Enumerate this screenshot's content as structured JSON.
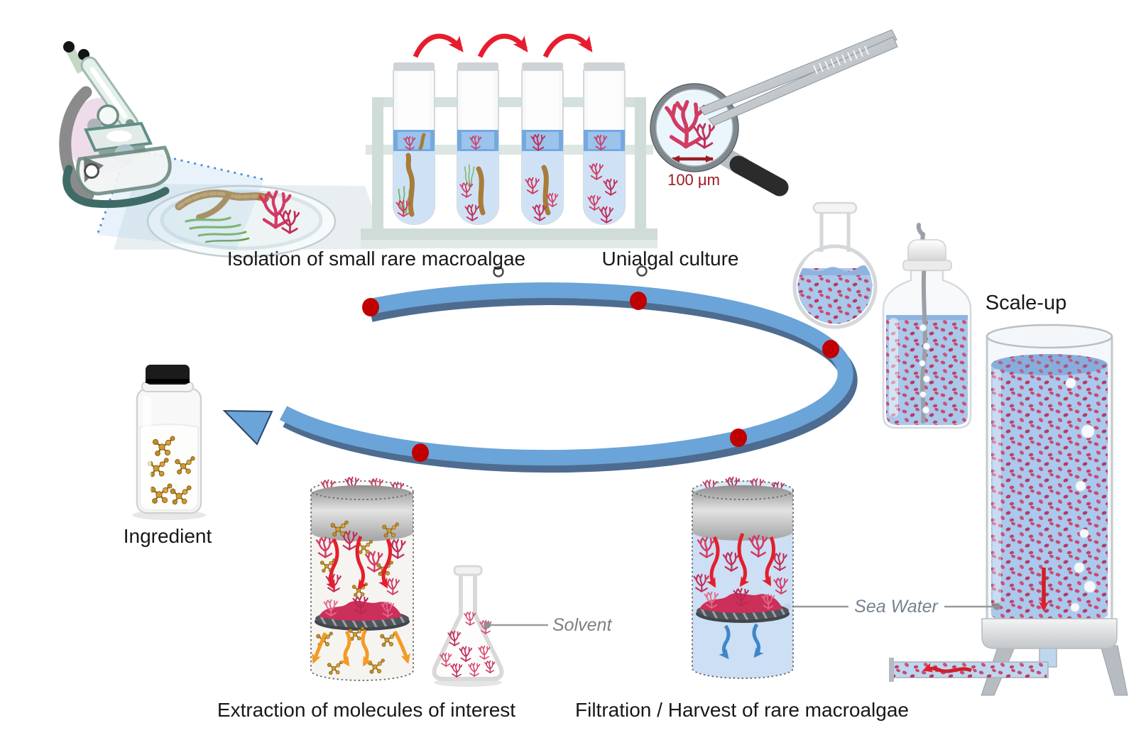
{
  "figure": {
    "description": "Workflow for producing an ingredient from rare macroalgae",
    "background": "#ffffff"
  },
  "captions": {
    "isolation": "Isolation of small rare macroalgae",
    "unialgal_culture": "Unialgal culture",
    "scale_up": "Scale-up",
    "filtration": "Filtration / Harvest of rare macroalgae",
    "extraction": "Extraction of molecules of interest",
    "ingredient": "Ingredient"
  },
  "annotations": {
    "scale_bar": "100 μm",
    "sea_water": "Sea Water",
    "solvent": "Solvent"
  },
  "cycle": {
    "stage_count": 5,
    "dot_color": "#c00000",
    "arrow_color": "#6ba4d8"
  },
  "palette": {
    "red_algae": "#d23b64",
    "green_algae": "#6fae4e",
    "brown_algae": "#a87c3a",
    "culture_liquid": "#aac9ec",
    "transfer_arrow_red": "#e81c2e",
    "molecule_gold": "#c9982a",
    "text_dark": "#181818",
    "label_gray": "#7f7f7f"
  },
  "pictograms": [
    "microscope-icon",
    "petri-dish-icon",
    "test-tube-rack-icon",
    "magnifier-icon",
    "tweezers-icon",
    "round-flask-icon",
    "culture-bottle-icon",
    "bioreactor-icon",
    "filtration-column-icon",
    "extraction-column-icon",
    "erlenmeyer-flask-icon",
    "ingredient-bottle-icon"
  ]
}
